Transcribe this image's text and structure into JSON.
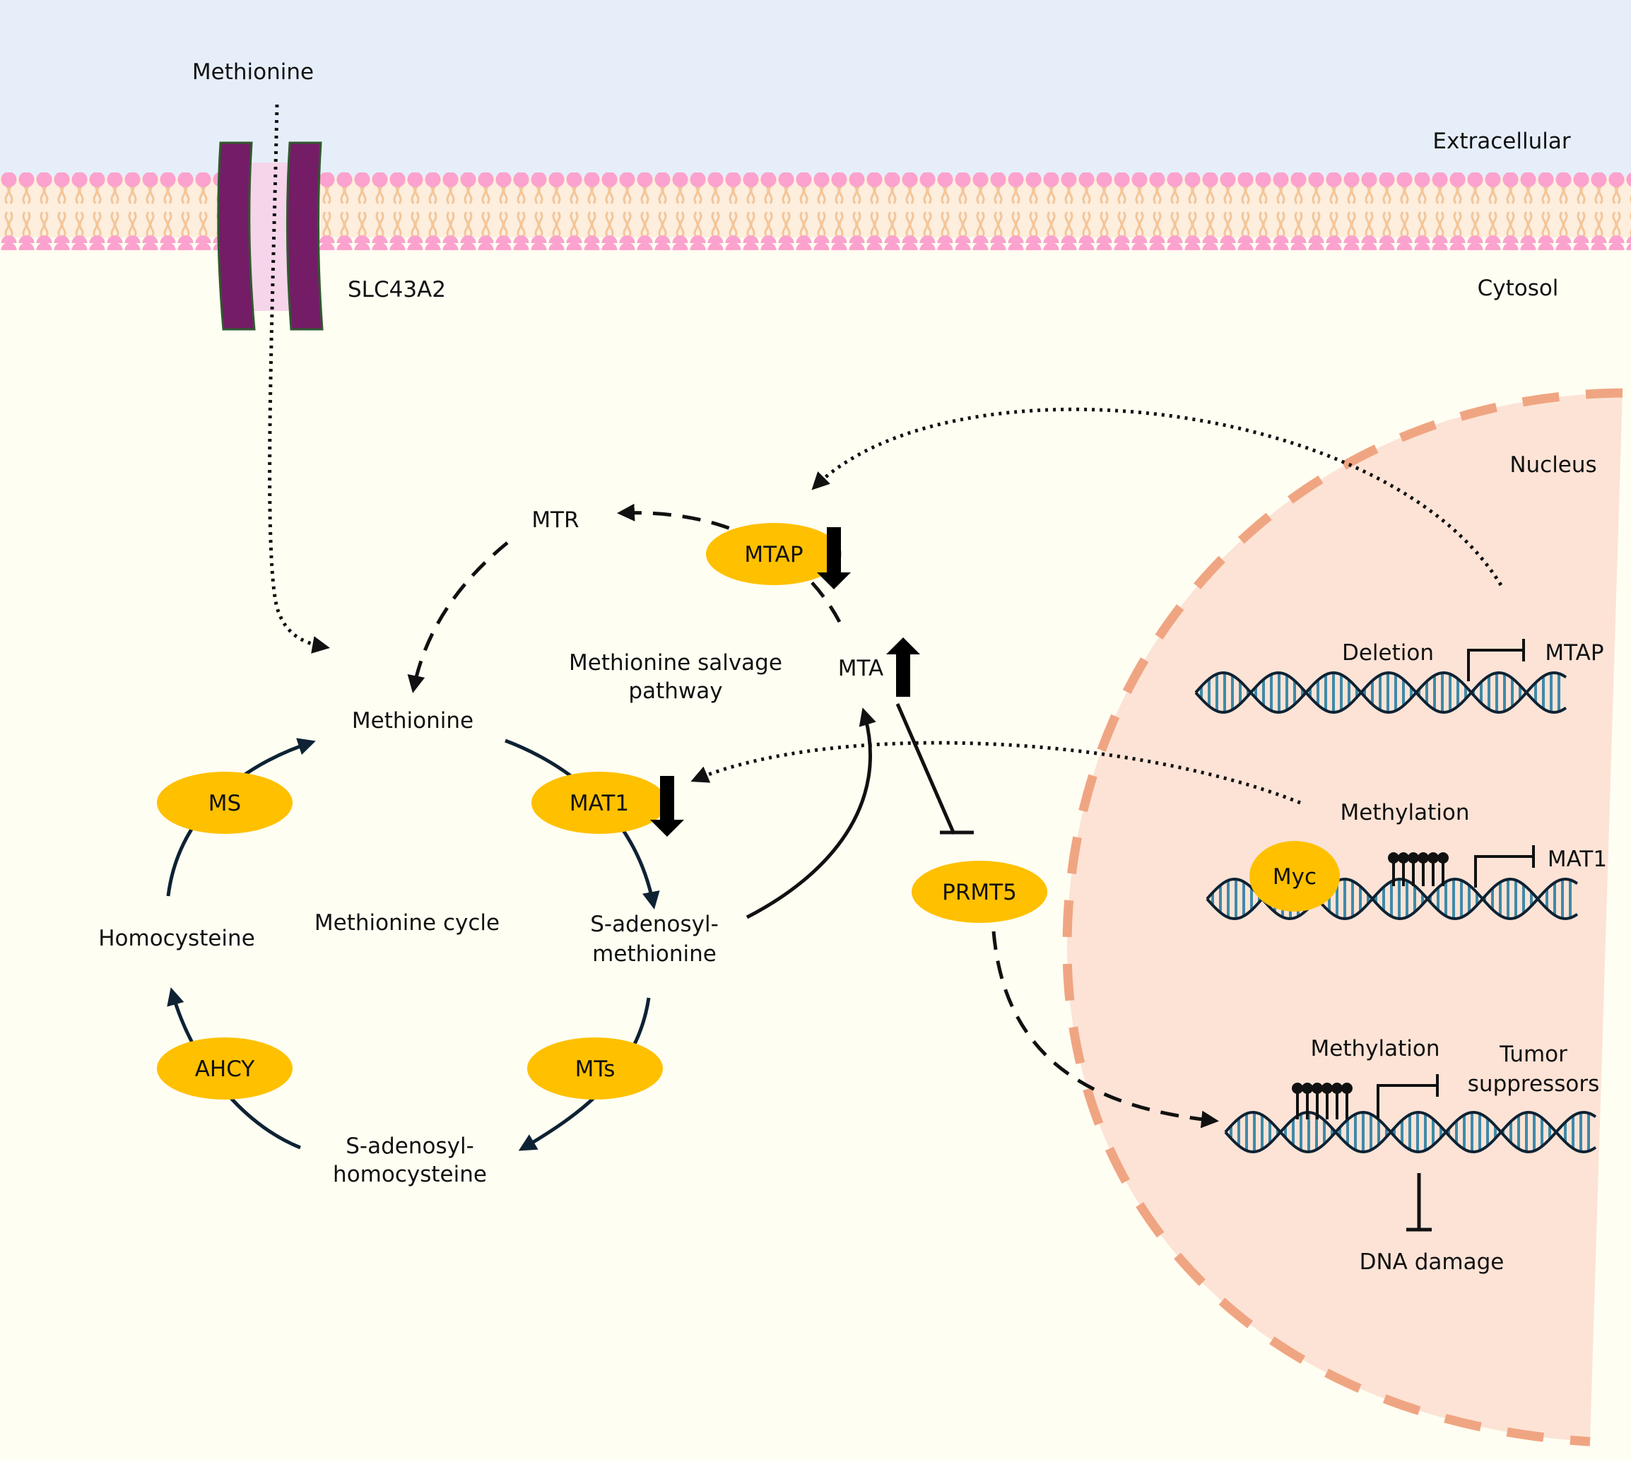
{
  "regions": {
    "extracellular": "Extracellular",
    "cytosol": "Cytosol",
    "nucleus": "Nucleus"
  },
  "transporter": {
    "substrate": "Methionine",
    "name": "SLC43A2"
  },
  "methionine_cycle": {
    "title": "Methionine cycle",
    "methionine": "Methionine",
    "sam_line1": "S-adenosyl-",
    "sam_line2": "methionine",
    "sah_line1": "S-adenosyl-",
    "sah_line2": "homocysteine",
    "homocysteine": "Homocysteine",
    "enzymes": {
      "ms": "MS",
      "mat1": "MAT1",
      "mts": "MTs",
      "ahcy": "AHCY"
    }
  },
  "salvage_pathway": {
    "title_line1": "Methionine salvage",
    "title_line2": "pathway",
    "mtr": "MTR",
    "mtap": "MTAP",
    "mta": "MTA",
    "prmt5": "PRMT5"
  },
  "nucleus_genes": {
    "gene1": {
      "event": "Deletion",
      "target": "MTAP"
    },
    "gene2": {
      "event": "Methylation",
      "factor": "Myc",
      "target": "MAT1"
    },
    "gene3": {
      "event": "Methylation",
      "target_line1": "Tumor",
      "target_line2": "suppressors",
      "outcome": "DNA damage"
    }
  },
  "colors": {
    "extracellular_bg": "#e6eff9",
    "cytosol_bg": "#fffef2",
    "nucleus_fill": "#fce3d6",
    "nucleus_border": "#f0a582",
    "membrane_head": "#fba2ce",
    "membrane_tail": "#f3c69a",
    "transporter": "#741c66",
    "enzyme": "#ffc000",
    "cycle_arrow": "#0e2233",
    "dna_strand": "#0e2233",
    "dna_rung": "#3e8aa8"
  },
  "icons": [
    "down-arrow-icon",
    "up-arrow-icon",
    "inhibition-icon",
    "methyl-group-icon",
    "dna-helix-icon"
  ]
}
